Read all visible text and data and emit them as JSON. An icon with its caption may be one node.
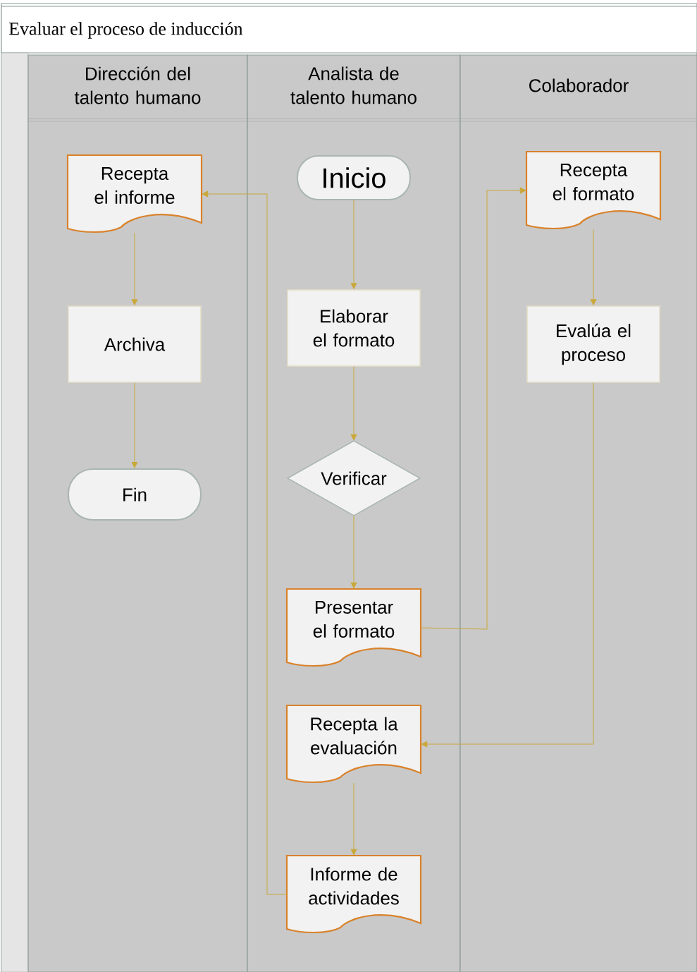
{
  "diagram": {
    "title": "Evaluar el proceso de inducción",
    "nodes": [
      {
        "text": [
          "Dirección del talento humano"
        ]
      },
      {
        "text": [
          "Analista de talento humano"
        ]
      },
      {
        "text": [
          "Colaborador"
        ]
      },
      {
        "text": [
          "Recepta el informe"
        ],
        "in": 0
      },
      {
        "text": [
          "Archiva"
        ],
        "in": 0
      },
      {
        "text": [
          "Fin"
        ],
        "in": 0
      },
      {
        "text": [
          "Inicio"
        ],
        "in": 1
      },
      {
        "text": [
          "Elaborar el formato"
        ],
        "in": 1
      },
      {
        "text": [
          "Verificar"
        ],
        "in": 1
      },
      {
        "text": [
          "Presentar el formato"
        ],
        "in": 1
      },
      {
        "text": [
          "Recepta la evaluación"
        ],
        "in": 1
      },
      {
        "text": [
          "Informe de actividades"
        ],
        "in": 1
      },
      {
        "text": [
          "Recepta el formato"
        ],
        "in": 2
      },
      {
        "text": [
          "Evalúa el proceso"
        ],
        "in": 2
      }
    ],
    "edges": [
      {
        "from": 6,
        "to": 7,
        "arrow": "to"
      },
      {
        "from": 7,
        "to": 8,
        "arrow": "to"
      },
      {
        "from": 8,
        "to": 9,
        "arrow": "to"
      },
      {
        "from": 9,
        "to": 12,
        "arrow": "to"
      },
      {
        "from": 12,
        "to": 13,
        "arrow": "to"
      },
      {
        "from": 13,
        "to": 10,
        "arrow": "to"
      },
      {
        "from": 10,
        "to": 11,
        "arrow": "to"
      },
      {
        "from": 11,
        "to": 3,
        "arrow": "to"
      },
      {
        "from": 3,
        "to": 4,
        "arrow": "to"
      },
      {
        "from": 4,
        "to": 5,
        "arrow": "to"
      }
    ]
  }
}
